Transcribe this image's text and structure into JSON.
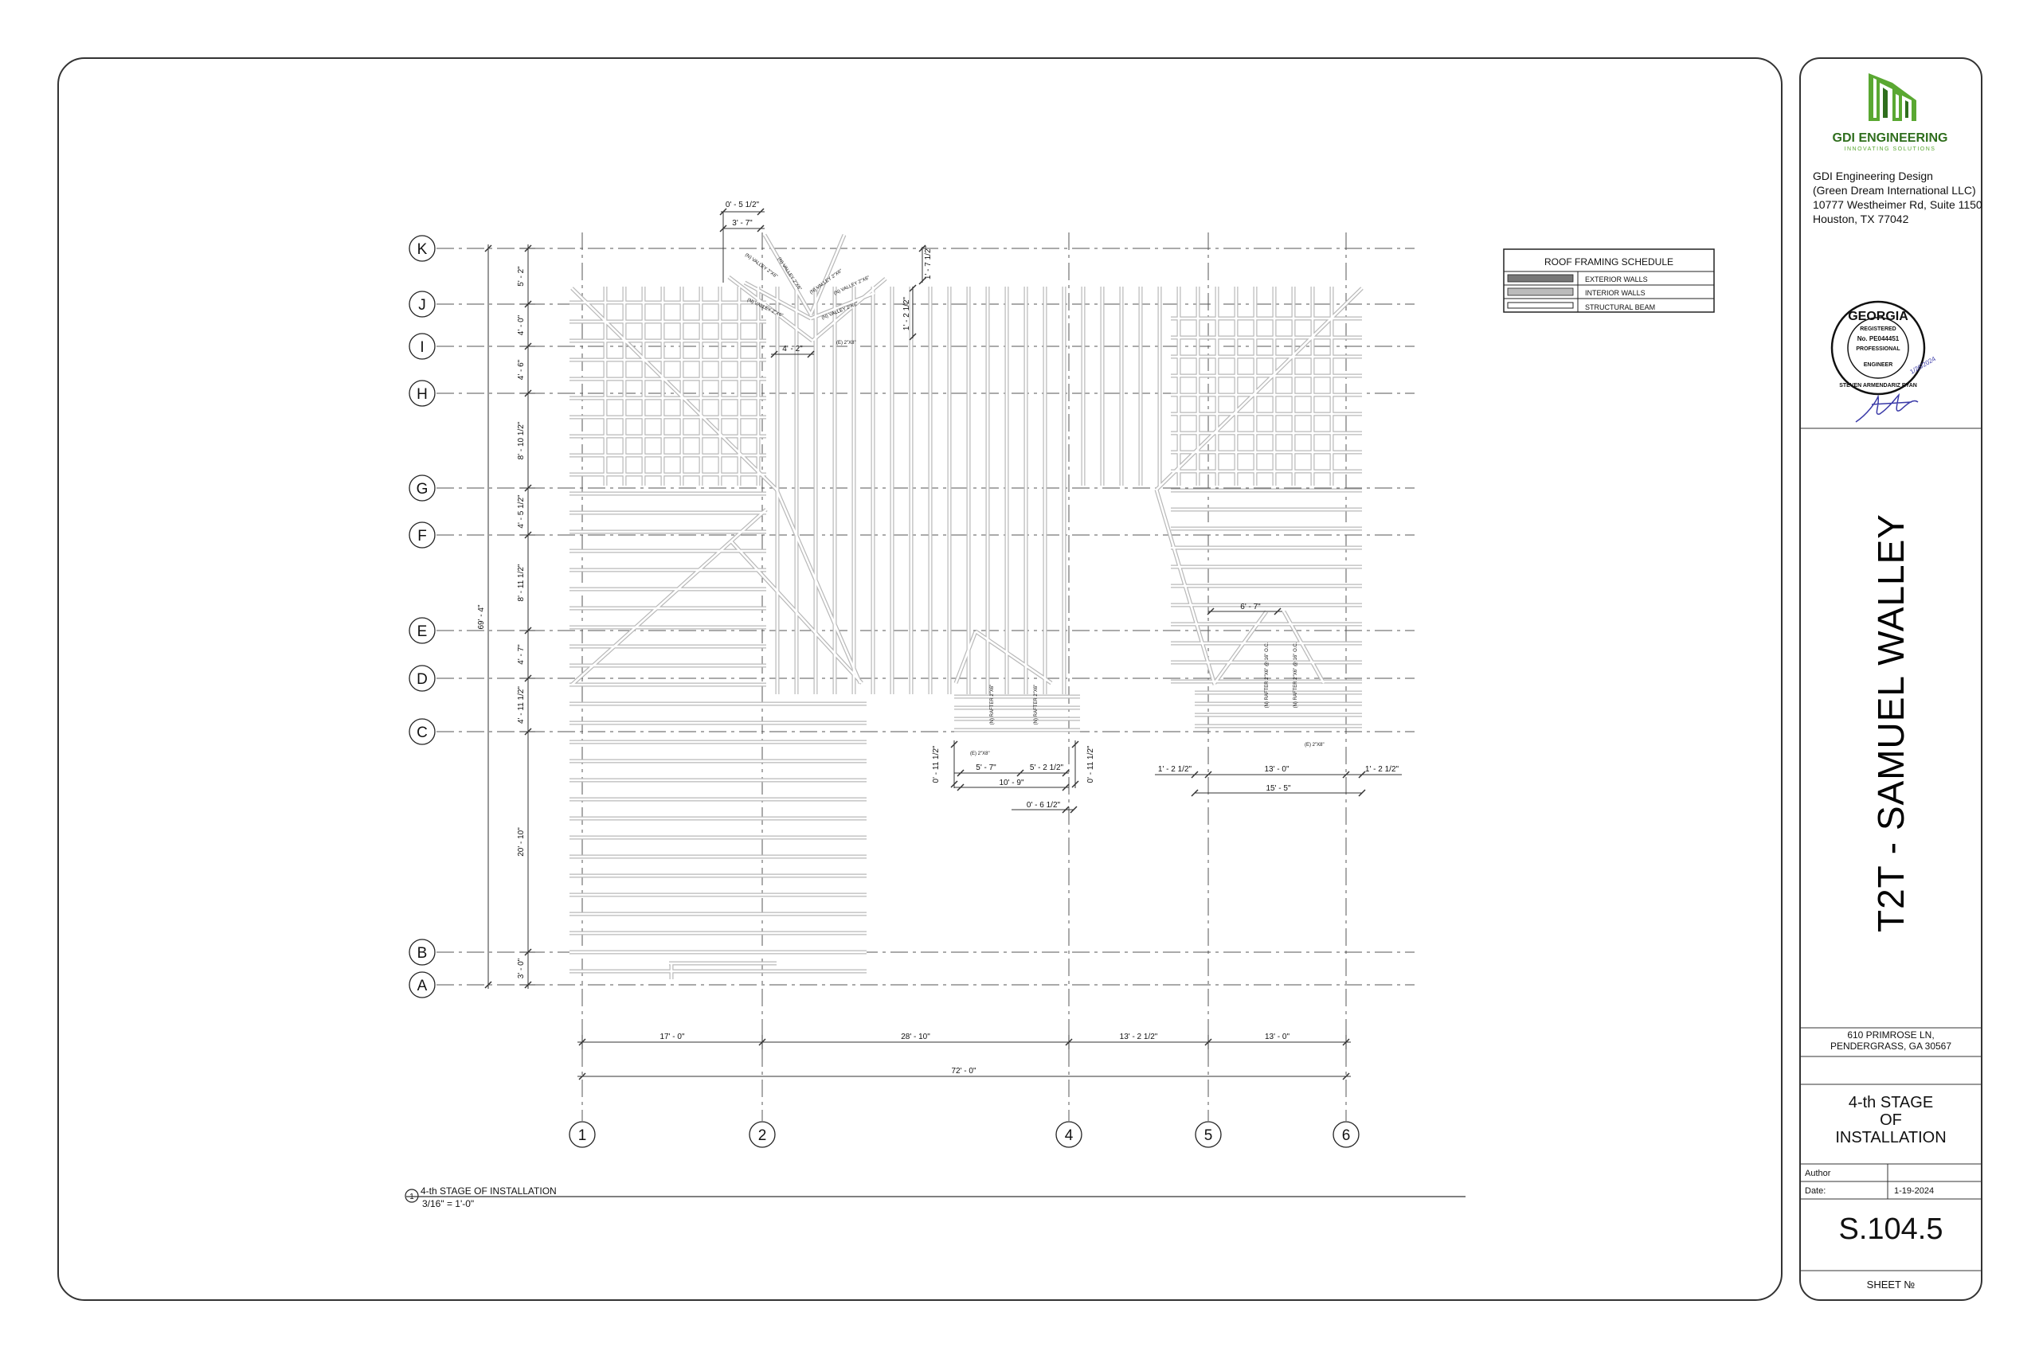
{
  "title_block": {
    "logo_name": "GDI ENGINEERING",
    "logo_tagline": "INNOVATING SOLUTIONS",
    "firm_lines": [
      "GDI Engineering Design",
      "(Green Dream International LLC)",
      "10777 Westheimer Rd, Suite 1150",
      "Houston, TX 77042"
    ],
    "seal_state": "GEORGIA",
    "seal_text": [
      "REGISTERED",
      "No. PE044451",
      "PROFESSIONAL",
      "ENGINEER",
      "STEVEN ARMENDARIZ RYAN"
    ],
    "seal_date": "1/26/2024",
    "project_name": "T2T - SAMUEL WALLEY",
    "address_lines": [
      "610 PRIMROSE LN,",
      "PENDERGRASS, GA 30567"
    ],
    "stage_lines": [
      "4-th STAGE",
      "OF",
      "INSTALLATION"
    ],
    "author_label": "Author",
    "date_label": "Date:",
    "date_value": "1-19-2024",
    "sheet_number": "S.104.5",
    "sheet_label": "SHEET №",
    "colors": {
      "logo_green": "#5aa832",
      "logo_dark": "#2f6e1d",
      "seal_blue": "#3a3aa8"
    }
  },
  "schedule": {
    "title": "ROOF FRAMING SCHEDULE",
    "items": [
      "EXTERIOR WALLS",
      "INTERIOR WALLS",
      "STRUCTURAL BEAM"
    ]
  },
  "grid": {
    "rows": [
      "K",
      "J",
      "I",
      "H",
      "G",
      "F",
      "E",
      "D",
      "C",
      "B",
      "A"
    ],
    "columns": [
      "1",
      "2",
      "4",
      "5",
      "6"
    ]
  },
  "dimensions": {
    "left_chain": [
      "5' - 2\"",
      "4' - 0\"",
      "4' - 6\"",
      "8' - 10 1/2\"",
      "4' - 5 1/2\"",
      "8' - 11 1/2\"",
      "4' - 7\"",
      "4' - 11 1/2\"",
      "20' - 10\"",
      "3' - 0\""
    ],
    "left_overall": "69' - 4\"",
    "bottom_chain": [
      "17' - 0\"",
      "28' - 10\"",
      "13' - 2 1/2\"",
      "13' - 0\""
    ],
    "bottom_overall": "72' - 0\"",
    "top_valley": [
      "0' - 5 1/2\"",
      "3' - 7\"",
      "4' - 2\"",
      "1' - 7 1/2\"",
      "1' - 2 1/2\""
    ],
    "mid_dormer": [
      "0' - 11 1/2\"",
      "5' - 7\"",
      "5' - 2 1/2\"",
      "10' - 9\"",
      "0' - 11 1/2\"",
      "0' - 6 1/2\""
    ],
    "right_dormer": [
      "6' - 7\"",
      "1' - 2 1/2\"",
      "13' - 0\"",
      "1' - 2 1/2\"",
      "15' - 5\""
    ]
  },
  "member_labels": {
    "valley": [
      "(N) VALLEY 2\"X6\"",
      "(N) VALLEY 2\"X6\"",
      "(N) VALLEY 2\"X6\"",
      "(N) VALLEY 2\"X6\"",
      "(N) VALLEY 2\"X6\"",
      "(N) VALLEY 2\"X6\""
    ],
    "beam_top": "(E) 2\"X8\"",
    "beam_mid": "(E) 2\"X8\"",
    "beam_right": "(E) 2\"X8\"",
    "mid_rafters": [
      "(N) RAFTER 2\"X6\"",
      "(N) RAFTER 2\"X6\""
    ],
    "right_rafters": [
      "(N) RAFTER 2\"X6\" @ 16\" O.C.",
      "(N) RAFTER 2\"X6\" @ 16\" O.C."
    ]
  },
  "view": {
    "number": "1",
    "title": "4-th STAGE OF INSTALLATION",
    "scale": "3/16\" = 1'-0\""
  }
}
